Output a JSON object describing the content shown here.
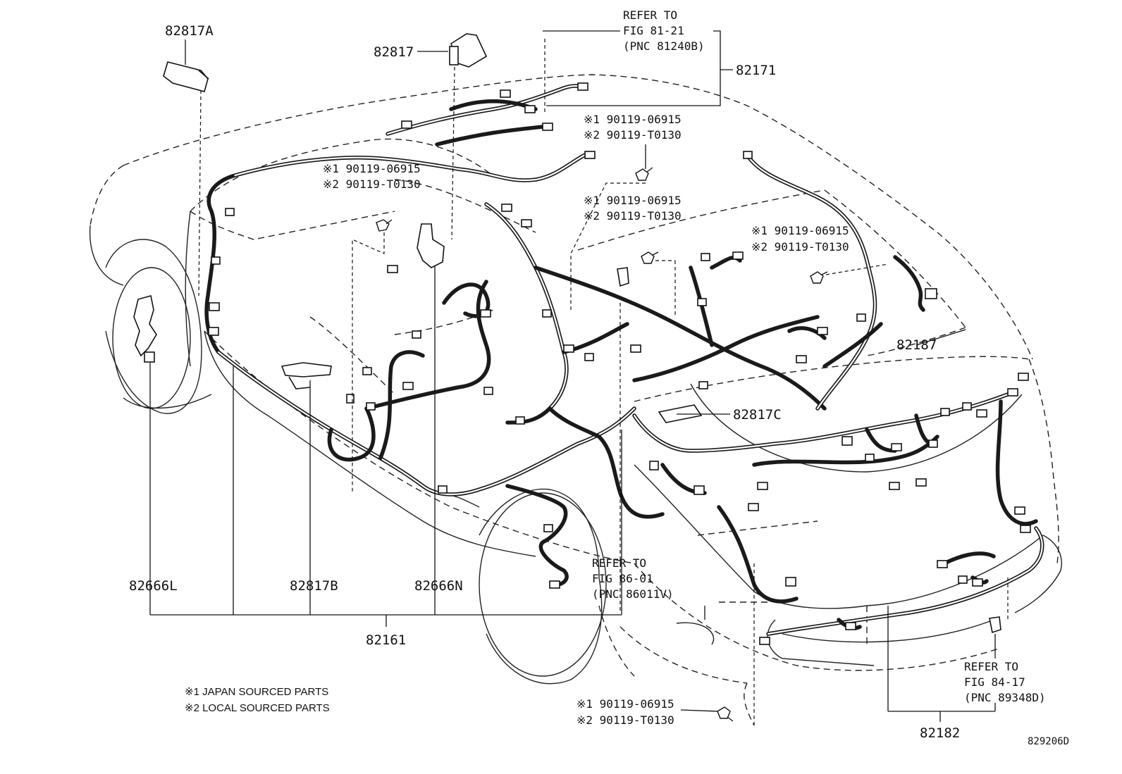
{
  "labels": {
    "p82817A": "82817A",
    "p82817": "82817",
    "p82171": "82171",
    "p82187": "82187",
    "p82817C": "82817C",
    "p82666L": "82666L",
    "p82817B": "82817B",
    "p82666N": "82666N",
    "p82161": "82161",
    "p82182": "82182"
  },
  "refs": {
    "fig81": [
      "REFER TO",
      "FIG 81-21",
      "(PNC 81240B)"
    ],
    "fig86": [
      "REFER TO",
      "FIG 86-01",
      "(PNC 86011V)"
    ],
    "fig84": [
      "REFER TO",
      "FIG 84-17",
      "(PNC 89348D)"
    ]
  },
  "bolt_callouts": [
    [
      "※1 90119-06915",
      "※2 90119-T0130"
    ],
    [
      "※1 90119-06915",
      "※2 90119-T0130"
    ],
    [
      "※1 90119-06915",
      "※2 90119-T0130"
    ],
    [
      "※1 90119-06915",
      "※2 90119-T0130"
    ],
    [
      "※1 90119-06915",
      "※2 90119-T0130"
    ]
  ],
  "legend": [
    "※1 JAPAN SOURCED PARTS",
    "※2 LOCAL SOURCED PARTS"
  ],
  "figure_code": "829206D"
}
